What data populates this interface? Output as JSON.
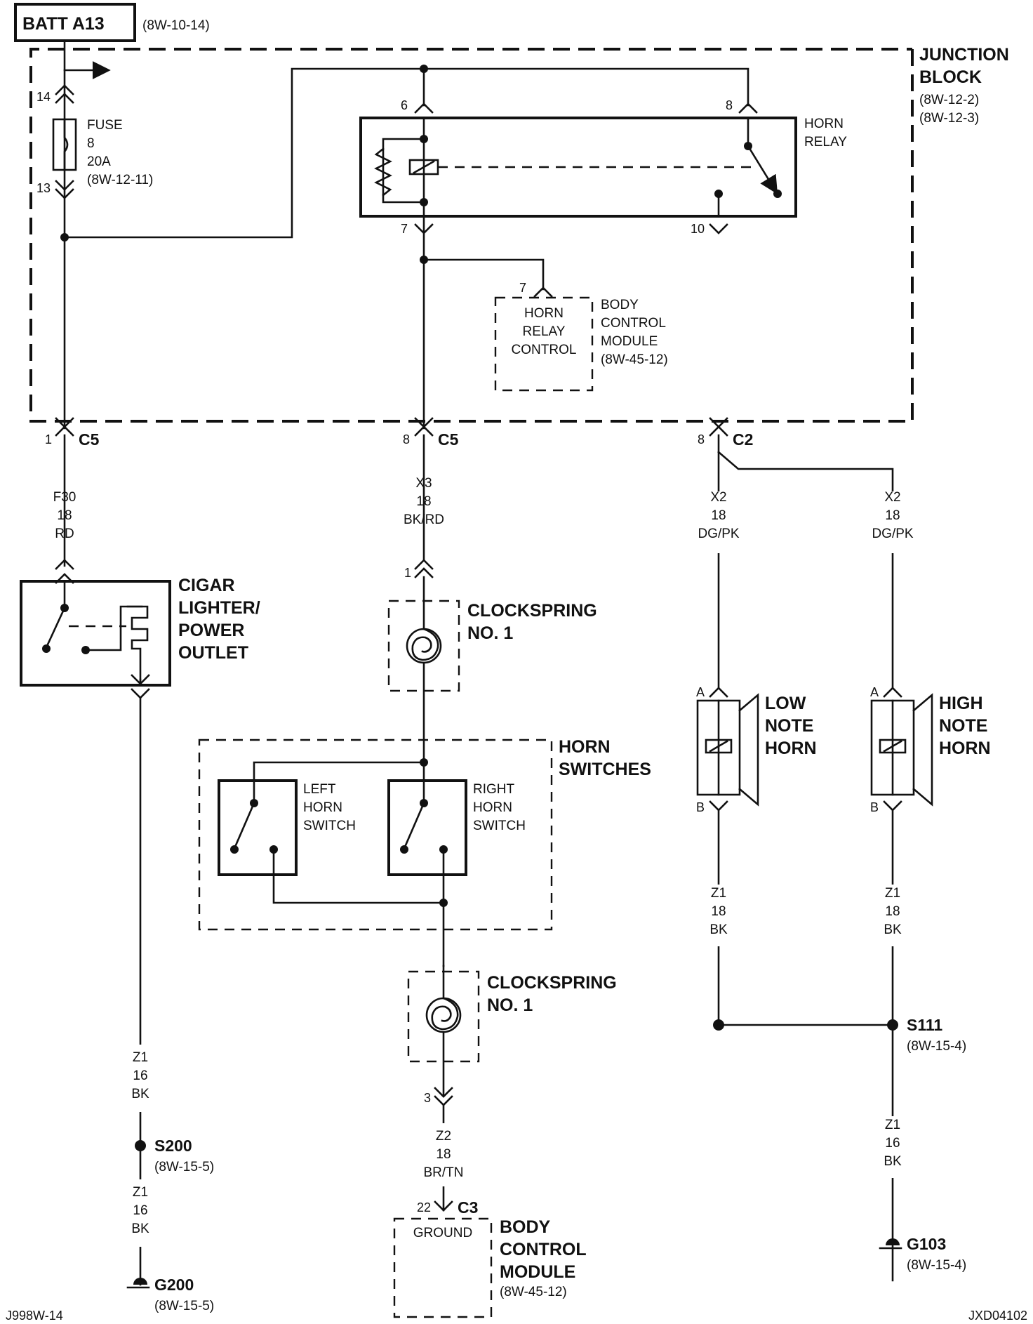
{
  "source": {
    "name": "BATT A13",
    "ref": "(8W-10-14)"
  },
  "junction_block": {
    "name_line1": "JUNCTION",
    "name_line2": "BLOCK",
    "ref1": "(8W-12-2)",
    "ref2": "(8W-12-3)"
  },
  "fuse": {
    "label": "FUSE",
    "number": "8",
    "rating": "20A",
    "ref": "(8W-12-11)",
    "pin_in": "14",
    "pin_out": "13"
  },
  "horn_relay": {
    "line1": "HORN",
    "line2": "RELAY",
    "pin_6": "6",
    "pin_8": "8",
    "pin_7": "7",
    "pin_10": "10"
  },
  "bcm_top": {
    "pin": "7",
    "box_line1": "HORN",
    "box_line2": "RELAY",
    "box_line3": "CONTROL",
    "line1": "BODY",
    "line2": "CONTROL",
    "line3": "MODULE",
    "ref": "(8W-45-12)"
  },
  "connectors": {
    "c5_left": {
      "pin": "1",
      "name": "C5"
    },
    "c5_mid": {
      "pin": "8",
      "name": "C5"
    },
    "c2": {
      "pin": "8",
      "name": "C2"
    },
    "c3": {
      "pin": "22",
      "name": "C3"
    }
  },
  "wires": {
    "f30": {
      "code": "F30",
      "gauge": "18",
      "color": "RD"
    },
    "x3": {
      "code": "X3",
      "gauge": "18",
      "color": "BK/RD"
    },
    "x2_low": {
      "code": "X2",
      "gauge": "18",
      "color": "DG/PK"
    },
    "x2_high": {
      "code": "X2",
      "gauge": "18",
      "color": "DG/PK"
    },
    "z1_low": {
      "code": "Z1",
      "gauge": "18",
      "color": "BK"
    },
    "z1_high": {
      "code": "Z1",
      "gauge": "18",
      "color": "BK"
    },
    "z1_g103": {
      "code": "Z1",
      "gauge": "16",
      "color": "BK"
    },
    "z1_lighter": {
      "code": "Z1",
      "gauge": "16",
      "color": "BK"
    },
    "z1_g200": {
      "code": "Z1",
      "gauge": "16",
      "color": "BK"
    },
    "z2": {
      "code": "Z2",
      "gauge": "18",
      "color": "BR/TN"
    }
  },
  "cigar_lighter": {
    "line1": "CIGAR",
    "line2": "LIGHTER/",
    "line3": "POWER",
    "line4": "OUTLET"
  },
  "clockspring_top": {
    "pin": "1",
    "line1": "CLOCKSPRING",
    "line2": "NO. 1"
  },
  "clockspring_bottom": {
    "pin": "3",
    "line1": "CLOCKSPRING",
    "line2": "NO. 1"
  },
  "horn_switches": {
    "line1": "HORN",
    "line2": "SWITCHES",
    "left_1": "LEFT",
    "left_2": "HORN",
    "left_3": "SWITCH",
    "right_1": "RIGHT",
    "right_2": "HORN",
    "right_3": "SWITCH"
  },
  "low_horn": {
    "pin_a": "A",
    "pin_b": "B",
    "line1": "LOW",
    "line2": "NOTE",
    "line3": "HORN"
  },
  "high_horn": {
    "pin_a": "A",
    "pin_b": "B",
    "line1": "HIGH",
    "line2": "NOTE",
    "line3": "HORN"
  },
  "splices": {
    "s111": {
      "name": "S111",
      "ref": "(8W-15-4)"
    },
    "s200": {
      "name": "S200",
      "ref": "(8W-15-5)"
    }
  },
  "grounds": {
    "g103": {
      "name": "G103",
      "ref": "(8W-15-4)"
    },
    "g200": {
      "name": "G200",
      "ref": "(8W-15-5)"
    }
  },
  "bcm_bottom": {
    "box_label": "GROUND",
    "line1": "BODY",
    "line2": "CONTROL",
    "line3": "MODULE",
    "ref": "(8W-45-12)"
  },
  "footer": {
    "left": "J998W-14",
    "right": "JXD04102"
  }
}
